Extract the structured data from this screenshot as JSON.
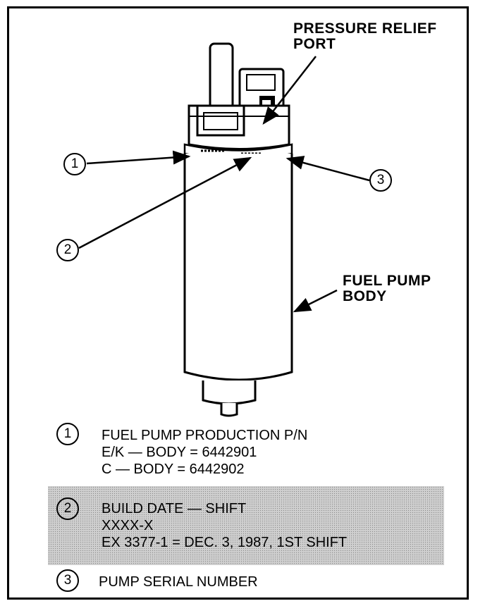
{
  "callouts": {
    "pressure_relief_port": [
      "PRESSURE RELIEF",
      "PORT"
    ],
    "fuel_pump_body": [
      "FUEL PUMP",
      "BODY"
    ],
    "marker_1": "1",
    "marker_2": "2",
    "marker_3": "3"
  },
  "legend": [
    {
      "number": "1",
      "lines": [
        "FUEL PUMP PRODUCTION P/N",
        "E/K — BODY = 6442901",
        "C — BODY = 6442902"
      ],
      "shaded": false
    },
    {
      "number": "2",
      "lines": [
        "BUILD DATE — SHIFT",
        "XXXX-X",
        "EX 3377-1 = DEC. 3, 1987, 1ST SHIFT"
      ],
      "shaded": true
    },
    {
      "number": "3",
      "lines": [
        "PUMP SERIAL NUMBER"
      ],
      "shaded": false
    }
  ]
}
